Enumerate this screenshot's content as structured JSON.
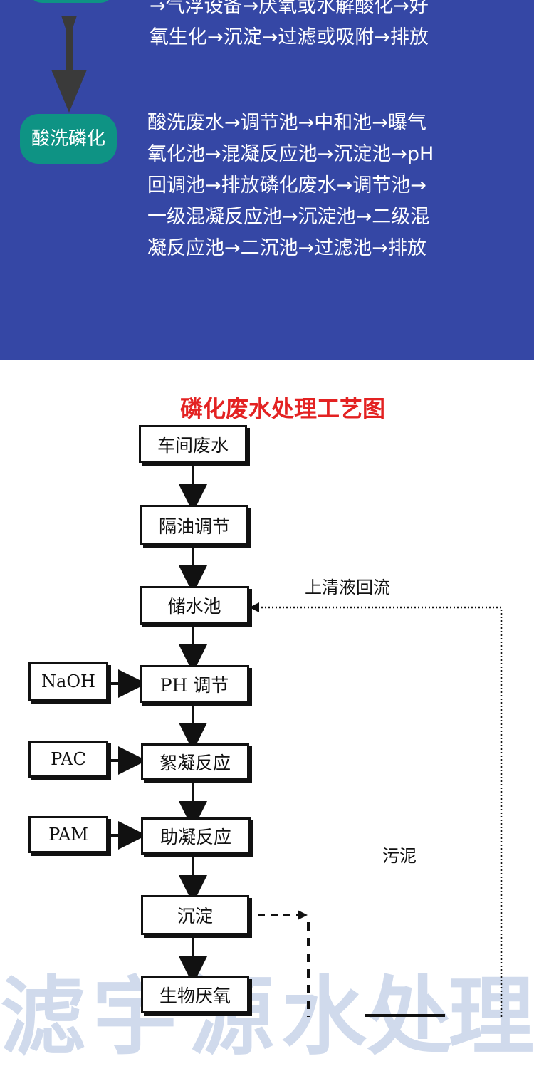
{
  "top_section": {
    "pill_top_label": "",
    "paragraph_top_lines": [
      "→气浮设备→厌氧或水解酸化→好",
      "氧生化→沉淀→过滤或吸附→排放"
    ],
    "pill_label": "酸洗磷化",
    "paragraph_lines": [
      "酸洗废水→调节池→中和池→曝气",
      "氧化池→混凝反应池→沉淀池→pH",
      "回调池→排放磷化废水→调节池→",
      "一级混凝反应池→沉淀池→二级混",
      "凝反应池→二沉池→过滤池→排放"
    ],
    "bg_color": "#3547a5",
    "pill_color": "#0e9384"
  },
  "diagram": {
    "title": "磷化废水处理工艺图",
    "title_color": "#e32222",
    "steps": [
      "车间废水",
      "隔油调节",
      "储水池",
      "PH 调节",
      "絮凝反应",
      "助凝反应",
      "沉淀",
      "生物厌氧"
    ],
    "reagents": [
      "NaOH",
      "PAC",
      "PAM"
    ],
    "labels": {
      "return_flow": "上清液回流",
      "sludge": "污泥"
    },
    "watermark_chars": [
      "滤",
      "宇",
      "源",
      "水",
      "处",
      "理"
    ]
  }
}
